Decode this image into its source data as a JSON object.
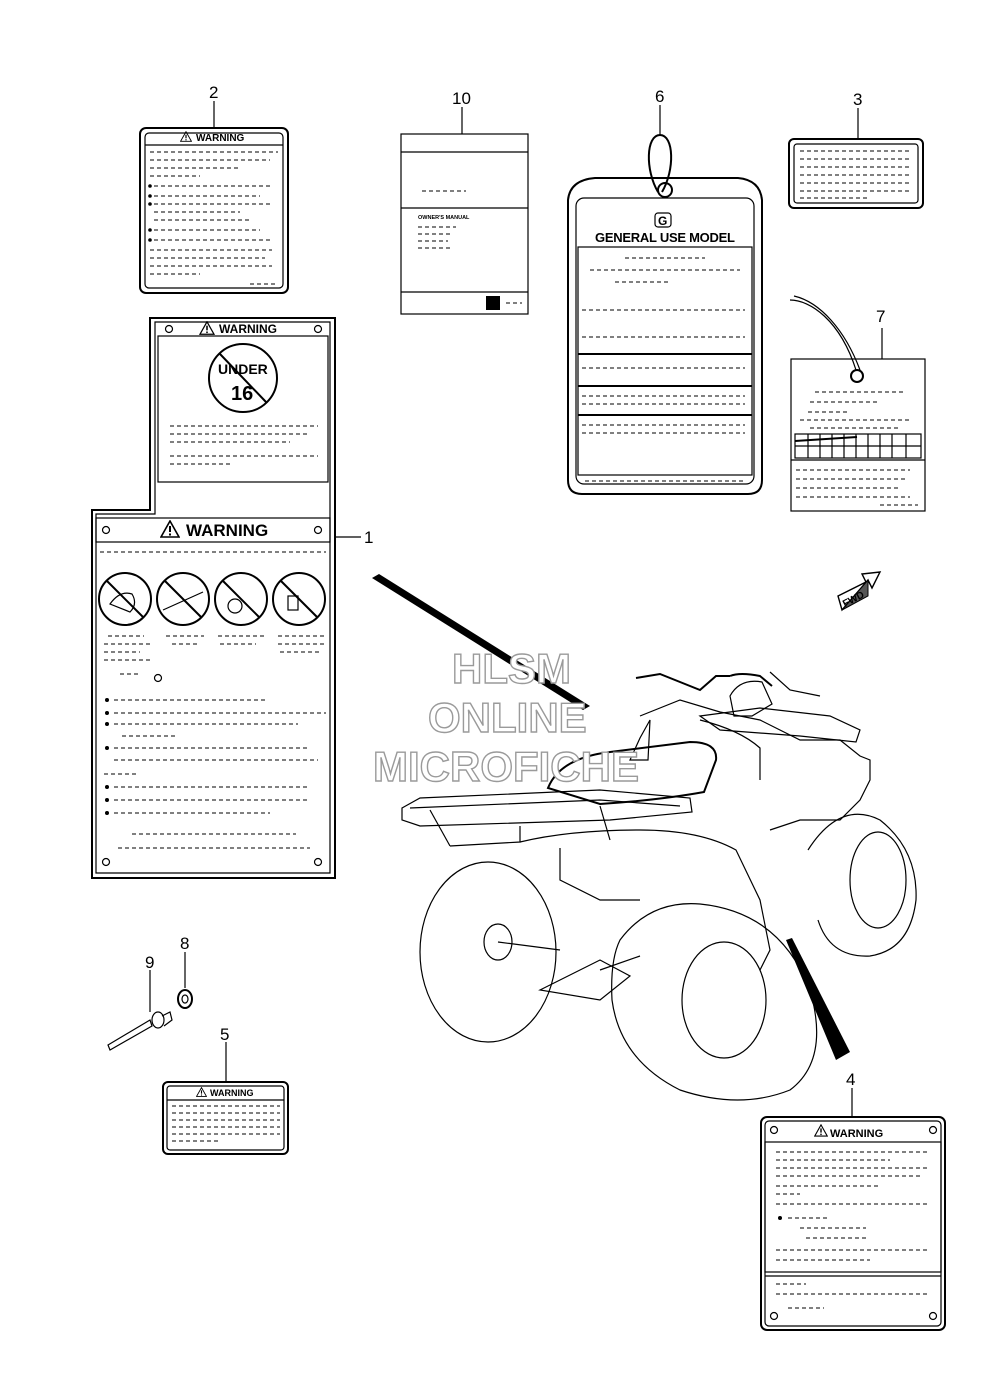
{
  "callouts": [
    "1",
    "2",
    "3",
    "4",
    "5",
    "6",
    "7",
    "8",
    "9",
    "10"
  ],
  "labels": {
    "warning": "WARNING",
    "under_text": "UNDER",
    "under_age": "16",
    "general_use_model": "GENERAL USE MODEL",
    "tag_badge_letter": "G",
    "owners_manual": "OWNER'S MANUAL",
    "fwd_arrow": "FWD"
  },
  "watermark": {
    "line1": "HLSM",
    "line2": "ONLINE",
    "line3": "MICROFICHE"
  },
  "colors": {
    "line": "#000000",
    "watermark_outline": "#9a9a9a"
  }
}
